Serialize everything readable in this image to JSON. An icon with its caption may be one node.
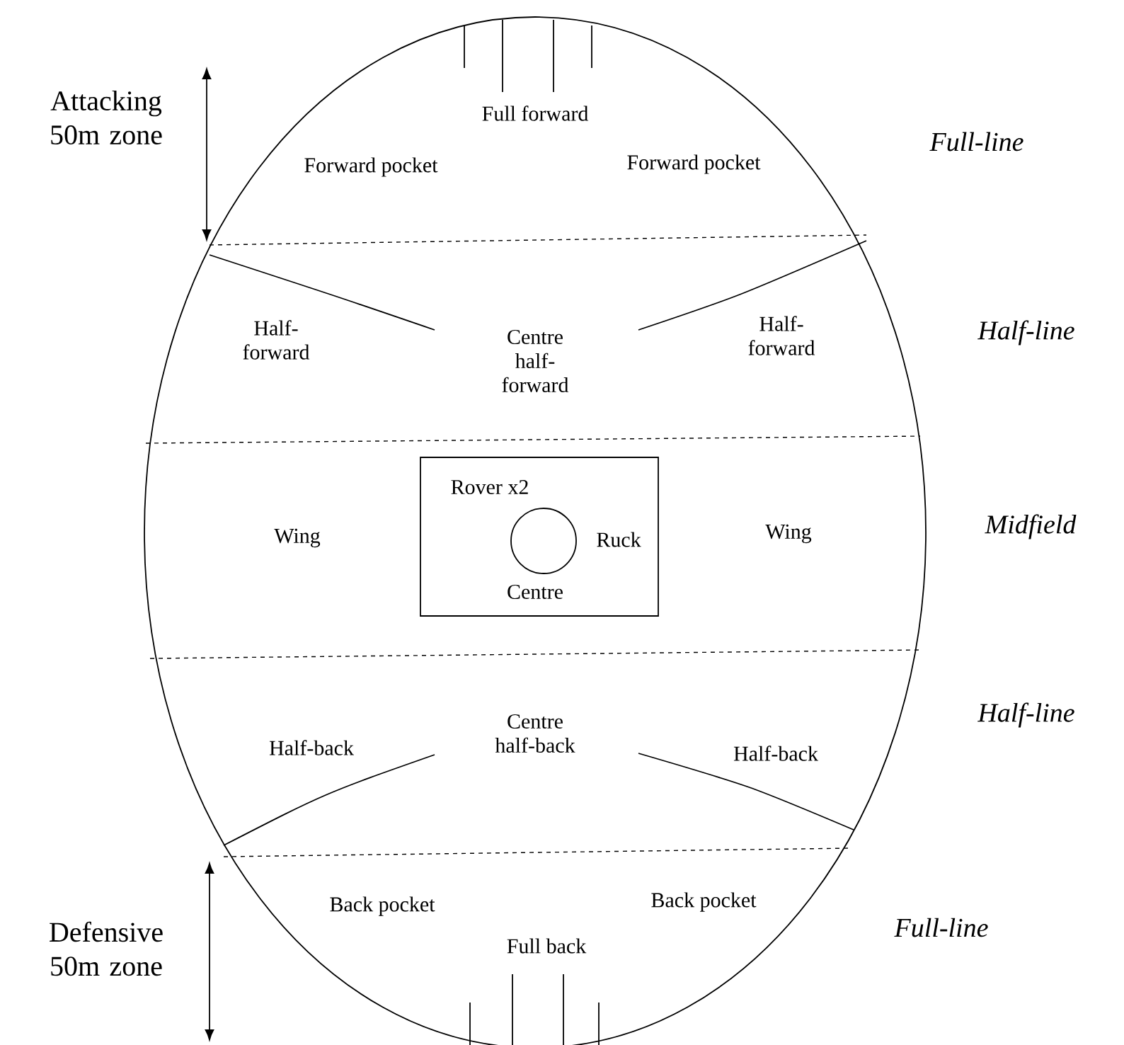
{
  "diagram": {
    "nodes": [
      {
        "text": [
          "Rover x2",
          "Ruck",
          "Centre"
        ]
      },
      {
        "text": [],
        "shape": "circle",
        "in": 0
      }
    ],
    "labels": [
      "Full forward",
      "Attacking 50m zone",
      "Full-line",
      "Forward pocket",
      "Forward pocket",
      "Half-forward",
      "Centre half-forward",
      "Half-forward",
      "Half-line",
      "Wing",
      "Wing",
      "Midfield",
      "Centre half-back",
      "Half-back",
      "Half-back",
      "Half-line",
      "Back pocket",
      "Back pocket",
      "Defensive 50m zone",
      "Full back",
      "Full-line"
    ]
  }
}
